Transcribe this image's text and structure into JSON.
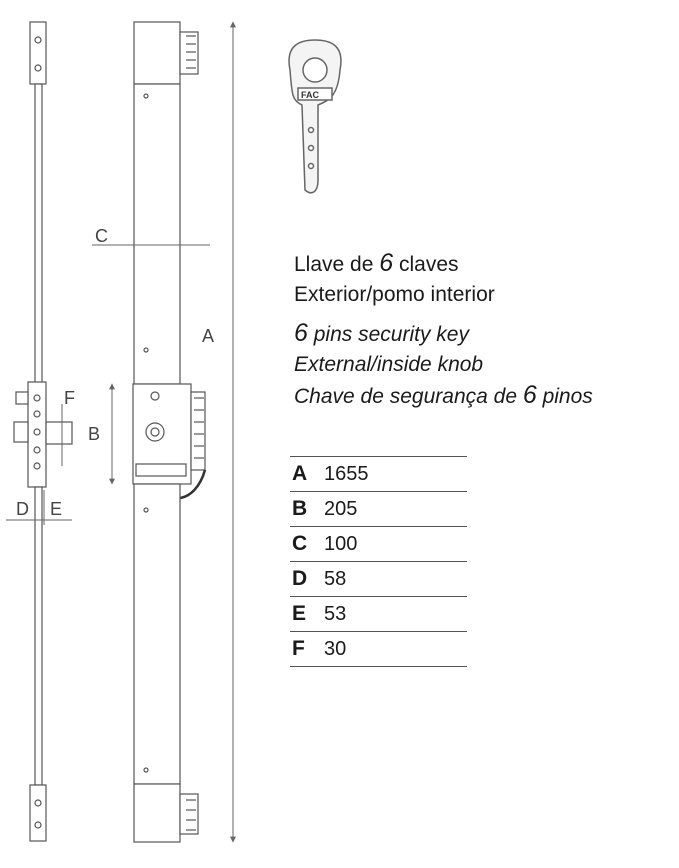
{
  "description": {
    "es_line1": [
      "Llave de ",
      "6",
      " claves"
    ],
    "es_line2": "Exterior/pomo interior",
    "en_line1": [
      "6",
      " pins security key"
    ],
    "en_line2": "External/inside knob",
    "pt_line": [
      "Chave de segurança de ",
      "6",
      " pinos"
    ]
  },
  "key_brand": "FAC",
  "dimension_labels": {
    "A": "A",
    "B": "B",
    "C": "C",
    "D": "D",
    "E": "E",
    "F": "F"
  },
  "dimensions": [
    {
      "letter": "A",
      "value": "1655"
    },
    {
      "letter": "B",
      "value": "205"
    },
    {
      "letter": "C",
      "value": "100"
    },
    {
      "letter": "D",
      "value": "58"
    },
    {
      "letter": "E",
      "value": "53"
    },
    {
      "letter": "F",
      "value": "30"
    }
  ]
}
